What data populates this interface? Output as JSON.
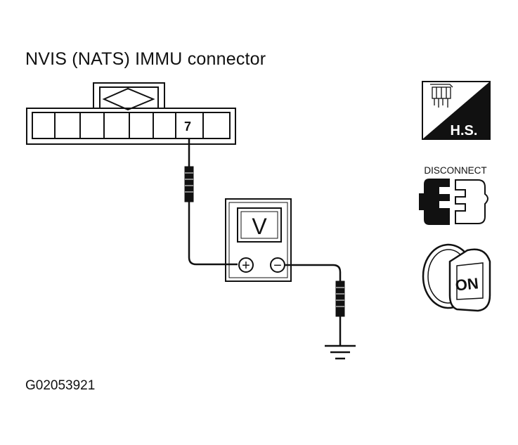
{
  "title": "NVIS (NATS) IMMU connector",
  "figure_code": "G02053921",
  "connector": {
    "terminal_label": "7"
  },
  "meter": {
    "unit_label": "V",
    "positive_symbol": "+",
    "negative_symbol": "−"
  },
  "icons": {
    "harness_side_label": "H.S.",
    "disconnect_label": "DISCONNECT",
    "ignition_label": "ON"
  },
  "colors": {
    "ink": "#111111",
    "paper": "#ffffff"
  }
}
